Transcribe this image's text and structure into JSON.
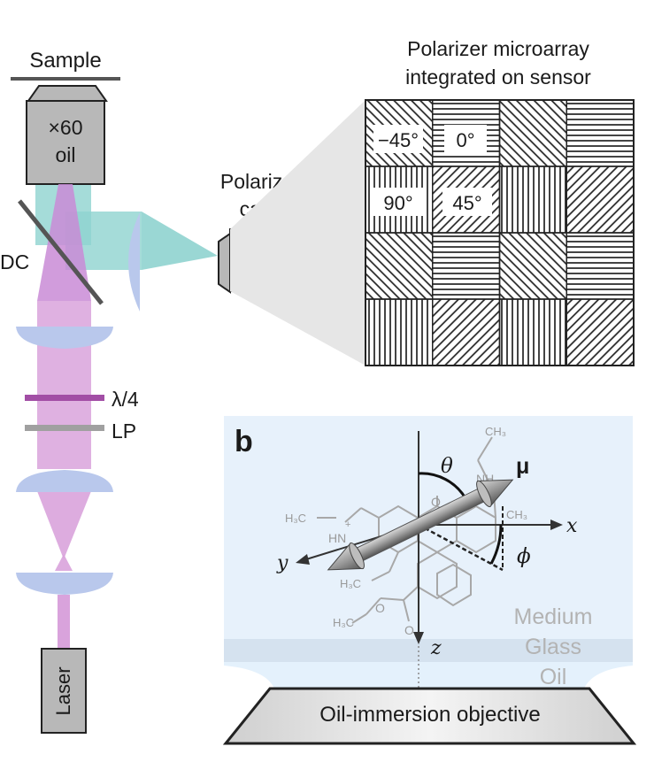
{
  "optics": {
    "sample": "Sample",
    "objective_line1": "×60",
    "objective_line2": "oil",
    "dichroic": "DC",
    "quarter_wave": "λ/4",
    "linear_polarizer": "LP",
    "laser": "Laser",
    "camera_line1": "Polarization",
    "camera_line2": "camera"
  },
  "sensor": {
    "title_line1": "Polarizer microarray",
    "title_line2": "integrated on sensor",
    "angle_labels": [
      "−45°",
      "0°",
      "90°",
      "45°"
    ]
  },
  "panel_b": {
    "letter": "b",
    "theta": "θ",
    "phi": "ϕ",
    "mu": "μ",
    "axis_x": "x",
    "axis_y": "y",
    "axis_z": "z",
    "layer_medium": "Medium",
    "layer_glass": "Glass",
    "layer_oil": "Oil",
    "objective": "Oil-immersion objective",
    "mol_ch3_top": "CH₃",
    "mol_nh": "NH",
    "mol_ch3_right": "CH₃",
    "mol_h3c_left": "H₃C",
    "mol_hn": "HN",
    "mol_plus": "+",
    "mol_o_ring": "O",
    "mol_h3c_low": "H₃C",
    "mol_o1": "O",
    "mol_o2": "O",
    "mol_h3c_ester": "H₃C"
  },
  "colors": {
    "excitation_magenta": "#d58cd2",
    "emission_cyan": "#8fd3cf",
    "lens_blue": "#b9c8ec",
    "panel_b_background": "#e7f1fb",
    "glass_band": "#d5e2ef"
  }
}
